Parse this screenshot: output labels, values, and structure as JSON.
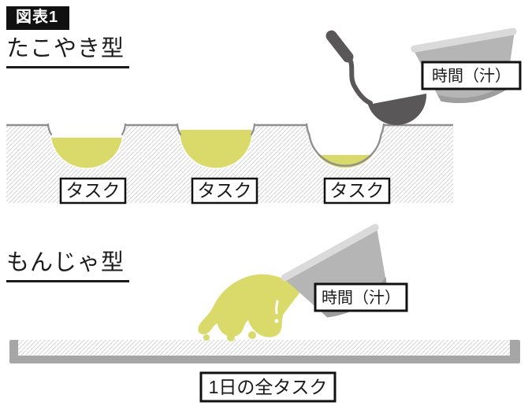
{
  "figure": {
    "badge": "図表1"
  },
  "takoyaki": {
    "heading": "たこやき型",
    "pocket_labels": [
      "タスク",
      "タスク",
      "タスク"
    ],
    "pocket_fill_levels": [
      0.8,
      0.95,
      0.2
    ],
    "ladle_bowl_label": "時間（汁）"
  },
  "monja": {
    "heading": "もんじゃ型",
    "bowl_label": "時間（汁）",
    "griddle_label": "1日の全タスク"
  },
  "colors": {
    "batter_yellow": "#d9da6a",
    "ladle_gray": "#595757",
    "bowl_gray": "#b5b5b5",
    "bowl_rim_gray": "#dadada",
    "griddle_stroke": "#8f8f8f",
    "tray_gray": "#a6a6a6",
    "badge_black": "#111111"
  }
}
